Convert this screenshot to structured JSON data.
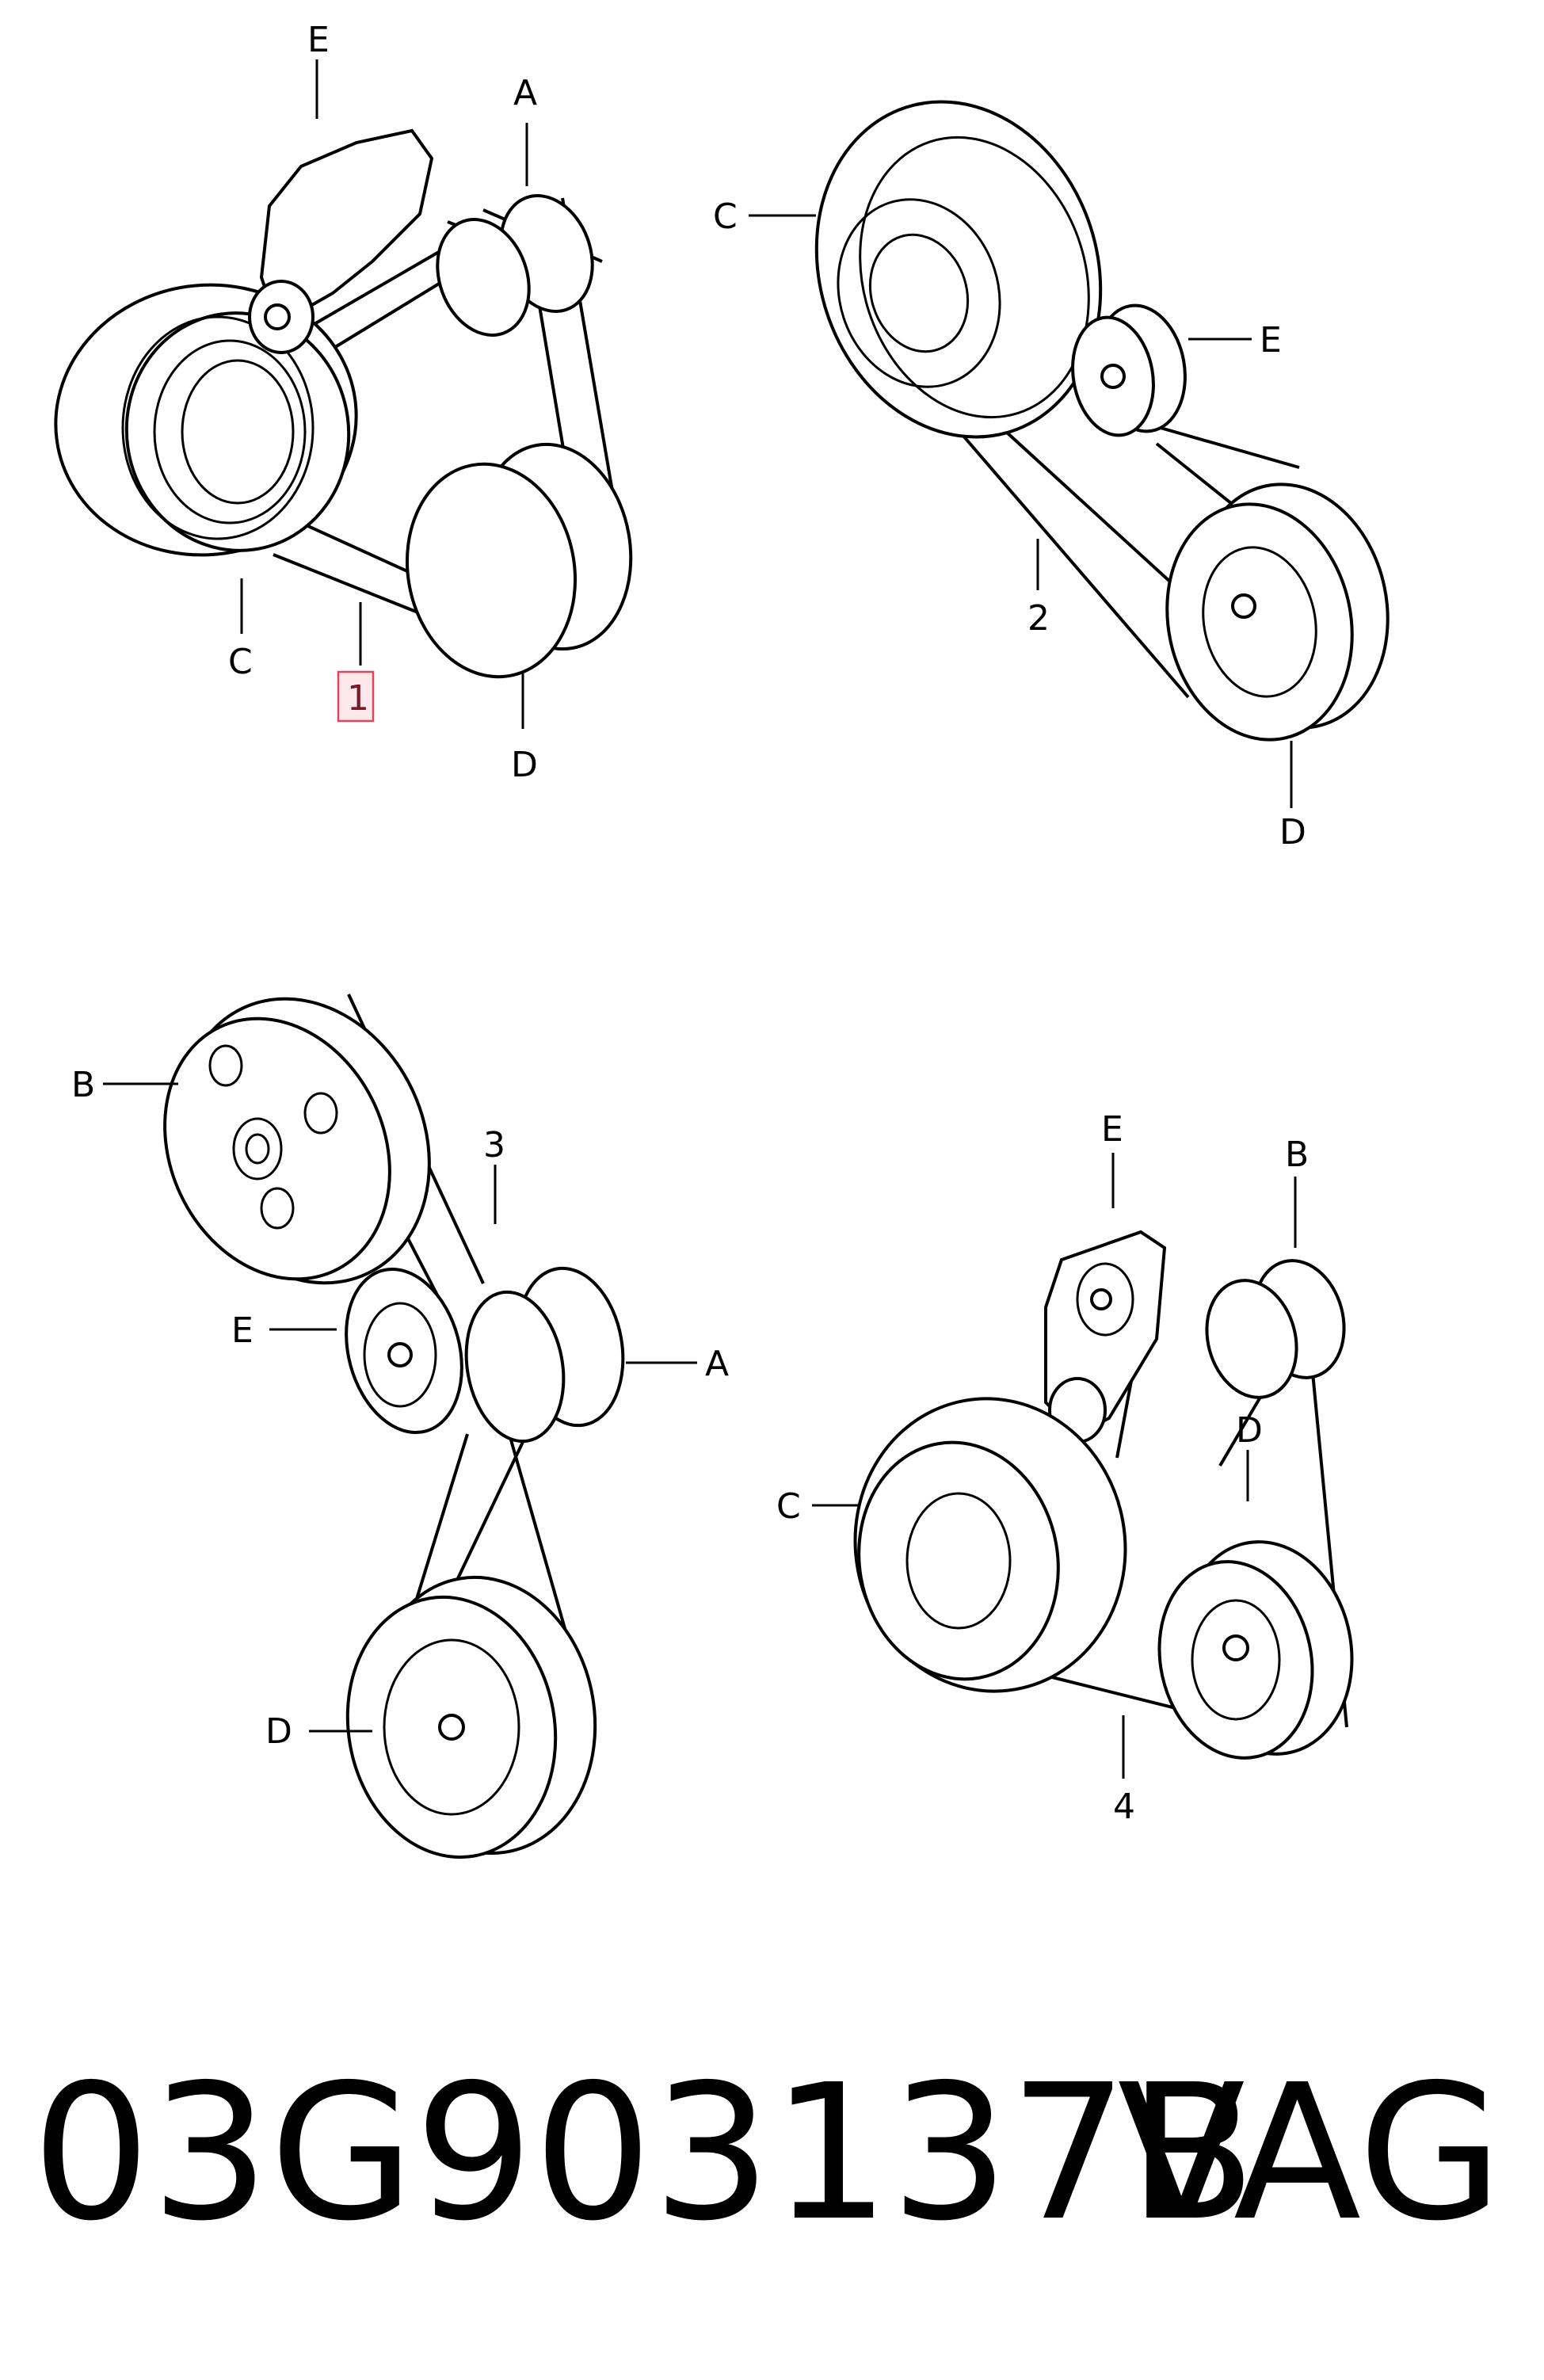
{
  "diagram": {
    "panel1": {
      "labels": {
        "E": "E",
        "A": "A",
        "C": "C",
        "D": "D"
      },
      "callout": "1"
    },
    "panel2": {
      "labels": {
        "C": "C",
        "E": "E",
        "D": "D"
      },
      "number": "2"
    },
    "panel3": {
      "labels": {
        "B": "B",
        "E": "E",
        "A": "A",
        "D": "D"
      },
      "number": "3"
    },
    "panel4": {
      "labels": {
        "E": "E",
        "B": "B",
        "D": "D",
        "C": "C"
      },
      "number": "4"
    }
  },
  "footer": {
    "part_number": "03G903137B",
    "brand": "VAG"
  },
  "colors": {
    "callout_fill": "#fde8ec",
    "callout_border": "#e0455f",
    "ink": "#000000"
  }
}
